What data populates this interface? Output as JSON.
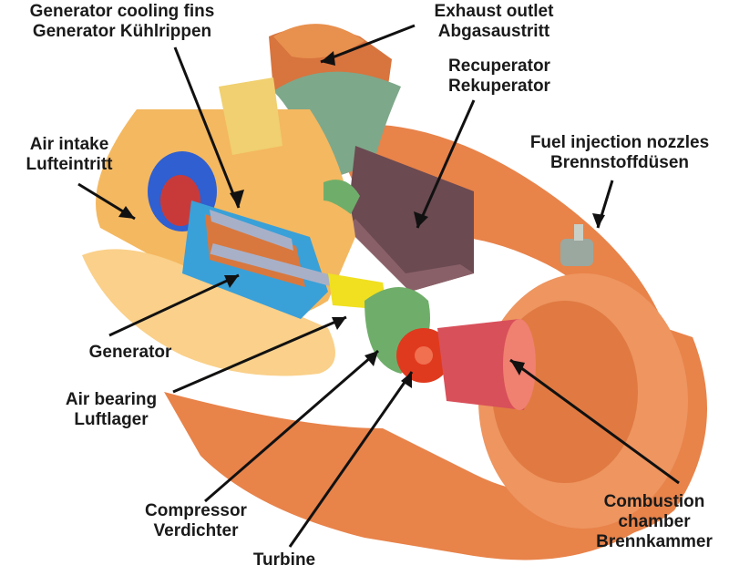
{
  "labels": {
    "cooling_fins": {
      "en": "Generator cooling fins",
      "de": "Generator Kühlrippen"
    },
    "exhaust": {
      "en": "Exhaust outlet",
      "de": "Abgasaustritt"
    },
    "recuperator": {
      "en": "Recuperator",
      "de": "Rekuperator"
    },
    "air_intake": {
      "en": "Air intake",
      "de": "Lufteintritt"
    },
    "fuel_nozzles": {
      "en": "Fuel injection nozzles",
      "de": "Brennstoffdüsen"
    },
    "generator": {
      "en": "Generator"
    },
    "air_bearing": {
      "en": "Air bearing",
      "de": "Luftlager"
    },
    "compressor": {
      "en": "Compressor",
      "de": "Verdichter"
    },
    "turbine": {
      "en": "Turbine"
    },
    "combustion": {
      "en1": "Combustion",
      "en2": "chamber",
      "de": "Brennkammer"
    }
  },
  "colors": {
    "casing": "#e8834a",
    "casing_dark": "#b85a2c",
    "casing_light": "#f2a06c",
    "intake": "#f4b860",
    "intake_light": "#fad08a",
    "recuperator": "#6b4a52",
    "recuperator_light": "#8a6068",
    "green": "#6fae6a",
    "blue": "#2f5fd0",
    "shaft": "#a8b0c8",
    "generator": "#d8783e",
    "turbine": "#e03a1e",
    "combustor": "#d8505a",
    "yellow": "#f0e020",
    "leader": "#111111"
  }
}
